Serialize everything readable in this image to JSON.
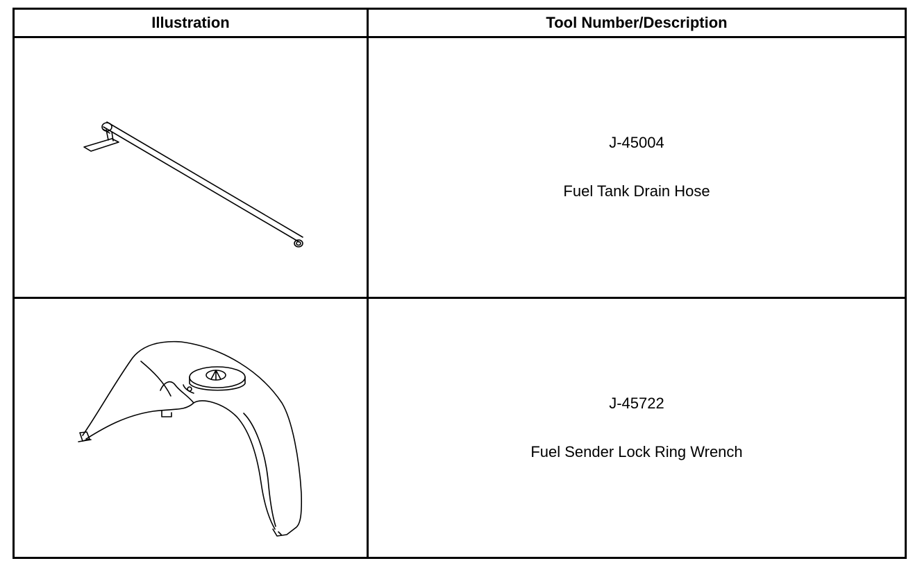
{
  "table": {
    "headers": {
      "illustration": "Illustration",
      "description": "Tool Number/Description"
    },
    "rows": [
      {
        "icon": "fuel-tank-drain-hose-icon",
        "number": "J-45004",
        "description": "Fuel Tank Drain Hose"
      },
      {
        "icon": "fuel-sender-lock-ring-wrench-icon",
        "number": "J-45722",
        "description": "Fuel Sender Lock Ring Wrench"
      }
    ]
  }
}
